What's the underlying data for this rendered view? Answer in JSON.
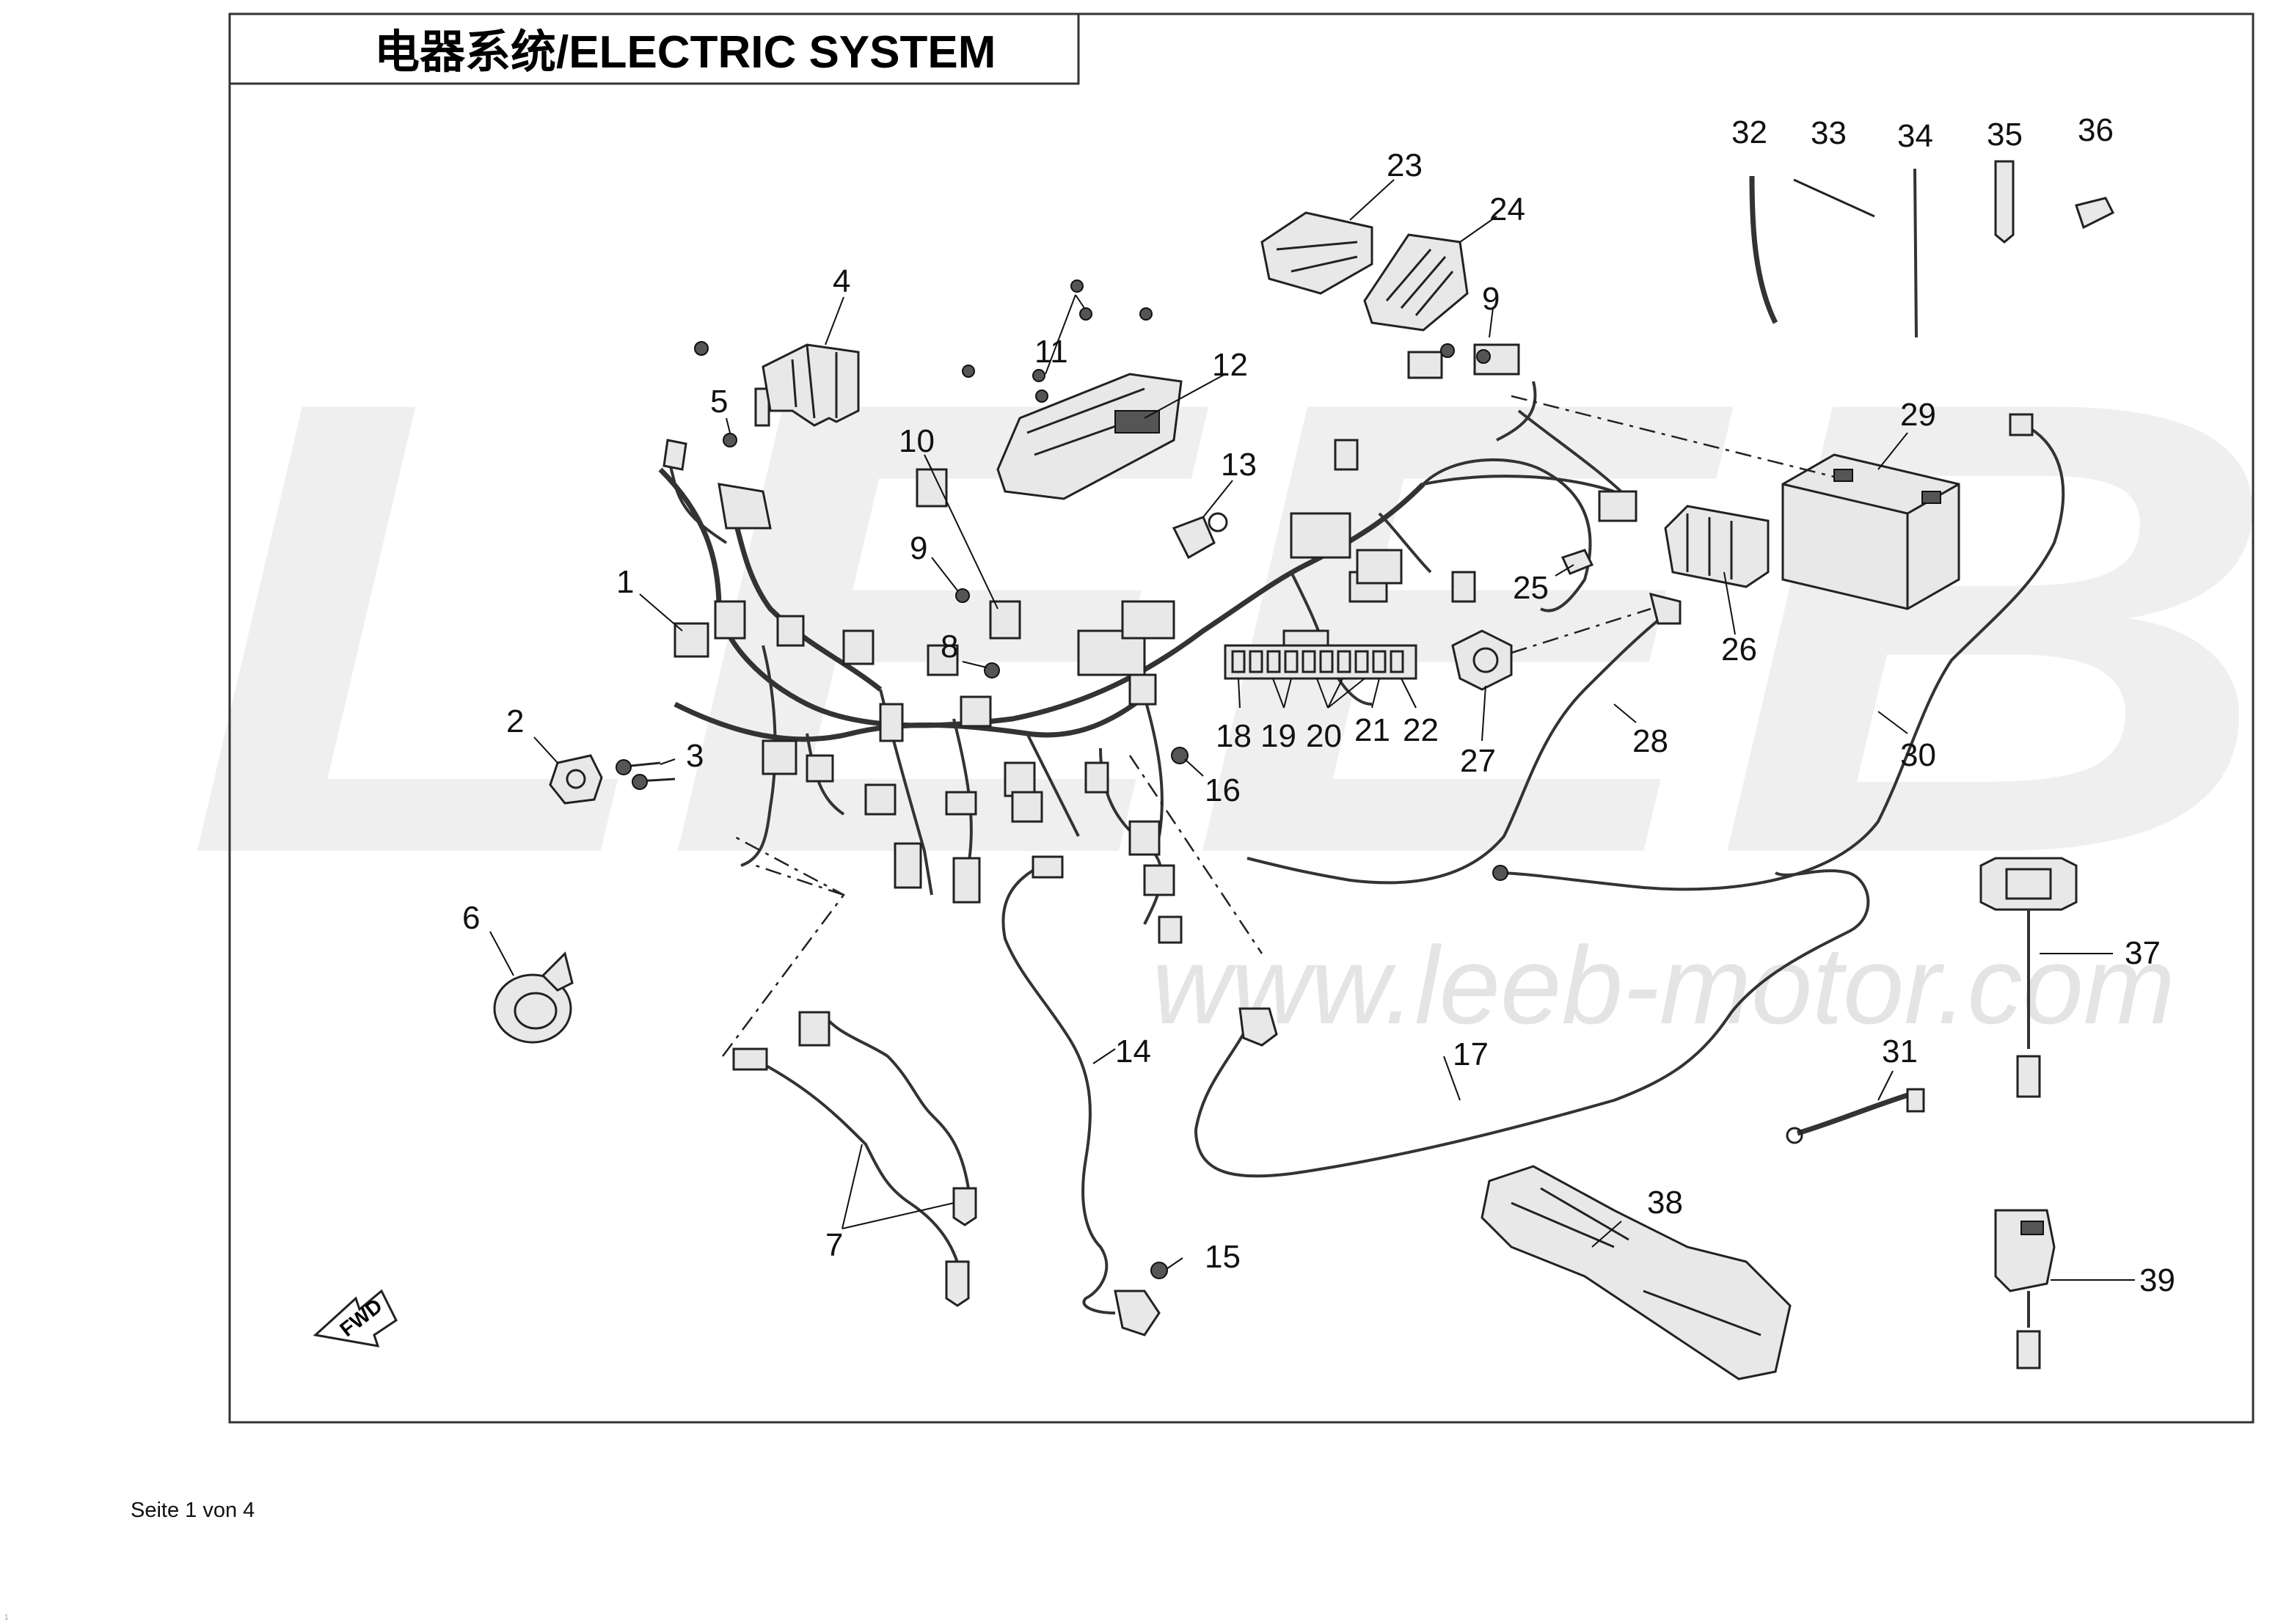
{
  "title": "电器系统/ELECTRIC SYSTEM",
  "watermark": {
    "logo_text": "LEEB",
    "url": "www.leeb-motor.com"
  },
  "footer": "Seite 1 von 4",
  "corner_mark": "1",
  "callouts": {
    "c1": "1",
    "c2": "2",
    "c3": "3",
    "c4": "4",
    "c5": "5",
    "c6": "6",
    "c7": "7",
    "c8": "8",
    "c9a": "9",
    "c9b": "9",
    "c10": "10",
    "c11": "11",
    "c12": "12",
    "c13": "13",
    "c14": "14",
    "c15": "15",
    "c16": "16",
    "c17": "17",
    "c18": "18",
    "c19": "19",
    "c20": "20",
    "c21": "21",
    "c22": "22",
    "c23": "23",
    "c24": "24",
    "c25": "25",
    "c26": "26",
    "c27": "27",
    "c28": "28",
    "c29": "29",
    "c30": "30",
    "c31": "31",
    "c32": "32",
    "c33": "33",
    "c34": "34",
    "c35": "35",
    "c36": "36",
    "c37": "37",
    "c38": "38",
    "c39": "39"
  },
  "fwd_label": "FWD",
  "colors": {
    "line": "#222222",
    "watermark": "#ececec",
    "watermark_url": "#e2e2e2"
  }
}
